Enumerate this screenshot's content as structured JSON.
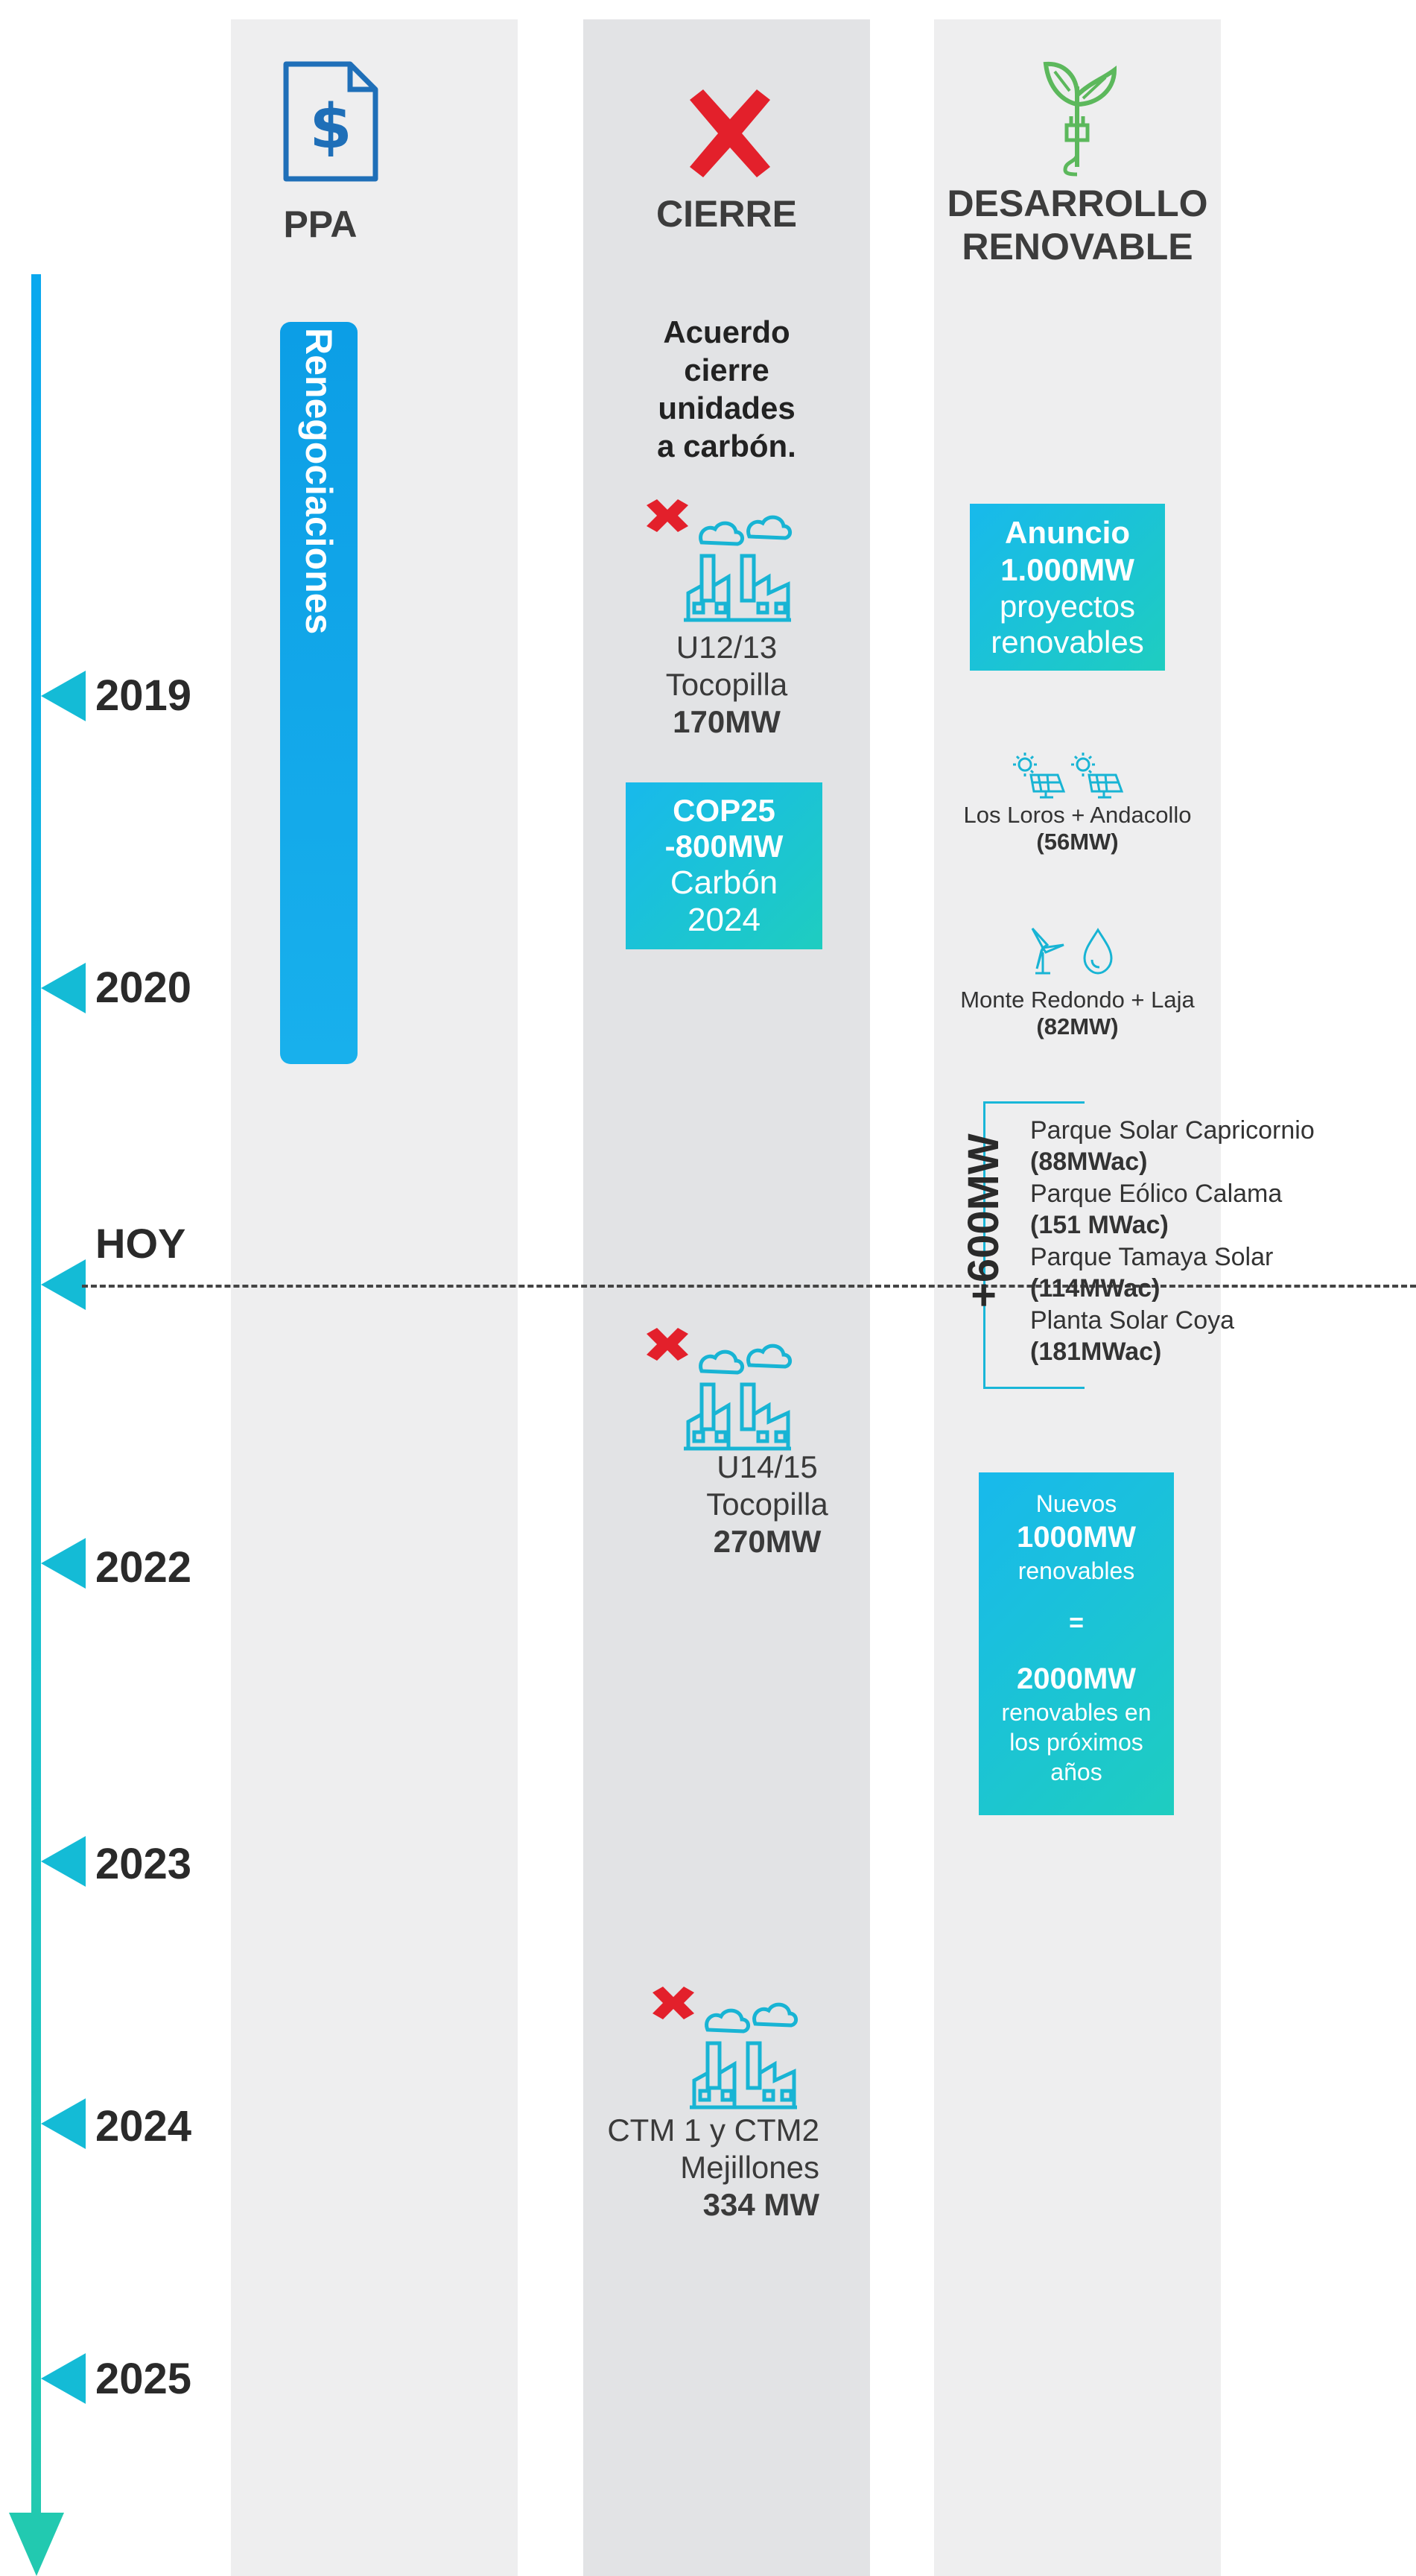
{
  "columns": {
    "ppa": {
      "title": "PPA",
      "icon": "dollar-document-icon",
      "bar_label": "Renegociaciones"
    },
    "cierre": {
      "title": "CIERRE",
      "icon": "red-x-icon"
    },
    "renovable": {
      "title_line1": "DESARROLLO",
      "title_line2": "RENOVABLE",
      "icon": "plant-plug-icon"
    }
  },
  "timeline": {
    "years": [
      "2019",
      "2020",
      "2022",
      "2023",
      "2024",
      "2025"
    ],
    "today_label": "HOY"
  },
  "cierre_items": {
    "acuerdo": [
      "Acuerdo",
      "cierre",
      "unidades",
      "a carbón."
    ],
    "u1213": {
      "name": "U12/13",
      "place": "Tocopilla",
      "power": "170MW"
    },
    "cop25": {
      "line1": "COP25",
      "line2": "-800MW",
      "line3": "Carbón",
      "line4": "2024"
    },
    "u1415": {
      "name": "U14/15",
      "place": "Tocopilla",
      "power": "270MW"
    },
    "ctm": {
      "name": "CTM 1 y CTM2",
      "place": "Mejillones",
      "power": "334 MW"
    }
  },
  "renovable_items": {
    "anuncio": {
      "line1": "Anuncio",
      "line2": "1.000MW",
      "line3": "proyectos",
      "line4": "renovables"
    },
    "loros": {
      "name": "Los Loros + Andacollo",
      "power": "(56MW)"
    },
    "monte": {
      "name": "Monte Redondo + Laja",
      "power": "(82MW)"
    },
    "plus600": "+600MW",
    "parques": [
      {
        "name": "Parque Solar Capricornio",
        "power": "(88MWac)"
      },
      {
        "name": "Parque Eólico Calama",
        "power": "(151 MWac)"
      },
      {
        "name": "Parque Tamaya Solar",
        "power": "(114MWac)"
      },
      {
        "name": "Planta Solar Coya",
        "power": "(181MWac)"
      }
    ],
    "nuevos": {
      "line1": "Nuevos",
      "line2": "1000MW",
      "line3": "renovables",
      "line4": "=",
      "line5": "2000MW",
      "line6": "renovables en",
      "line7": "los próximos",
      "line8": "años"
    }
  },
  "colors": {
    "blue": "#0aa8ee",
    "teal": "#1ecdc0",
    "red": "#e3202b",
    "green": "#5cb85c"
  }
}
